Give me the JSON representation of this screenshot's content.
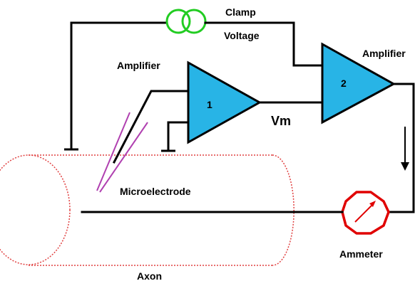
{
  "labels": {
    "clamp": "Clamp",
    "voltage": "Voltage",
    "amplifier1": "Amplifier",
    "amplifier2": "Amplifier",
    "amp1_number": "1",
    "amp2_number": "2",
    "vm": "Vm",
    "microelectrode": "Microelectrode",
    "ammeter": "Ammeter",
    "axon": "Axon"
  },
  "colors": {
    "amplifier_fill": "#28b4e6",
    "voltage_source": "#22cc22",
    "ammeter": "#e00000",
    "microelectrode": "#b040b0",
    "axon_outline": "#e04040"
  },
  "icons": {
    "voltage_source": "current-source-icon",
    "ammeter": "ammeter-icon",
    "current_direction": "down-arrow-icon"
  }
}
